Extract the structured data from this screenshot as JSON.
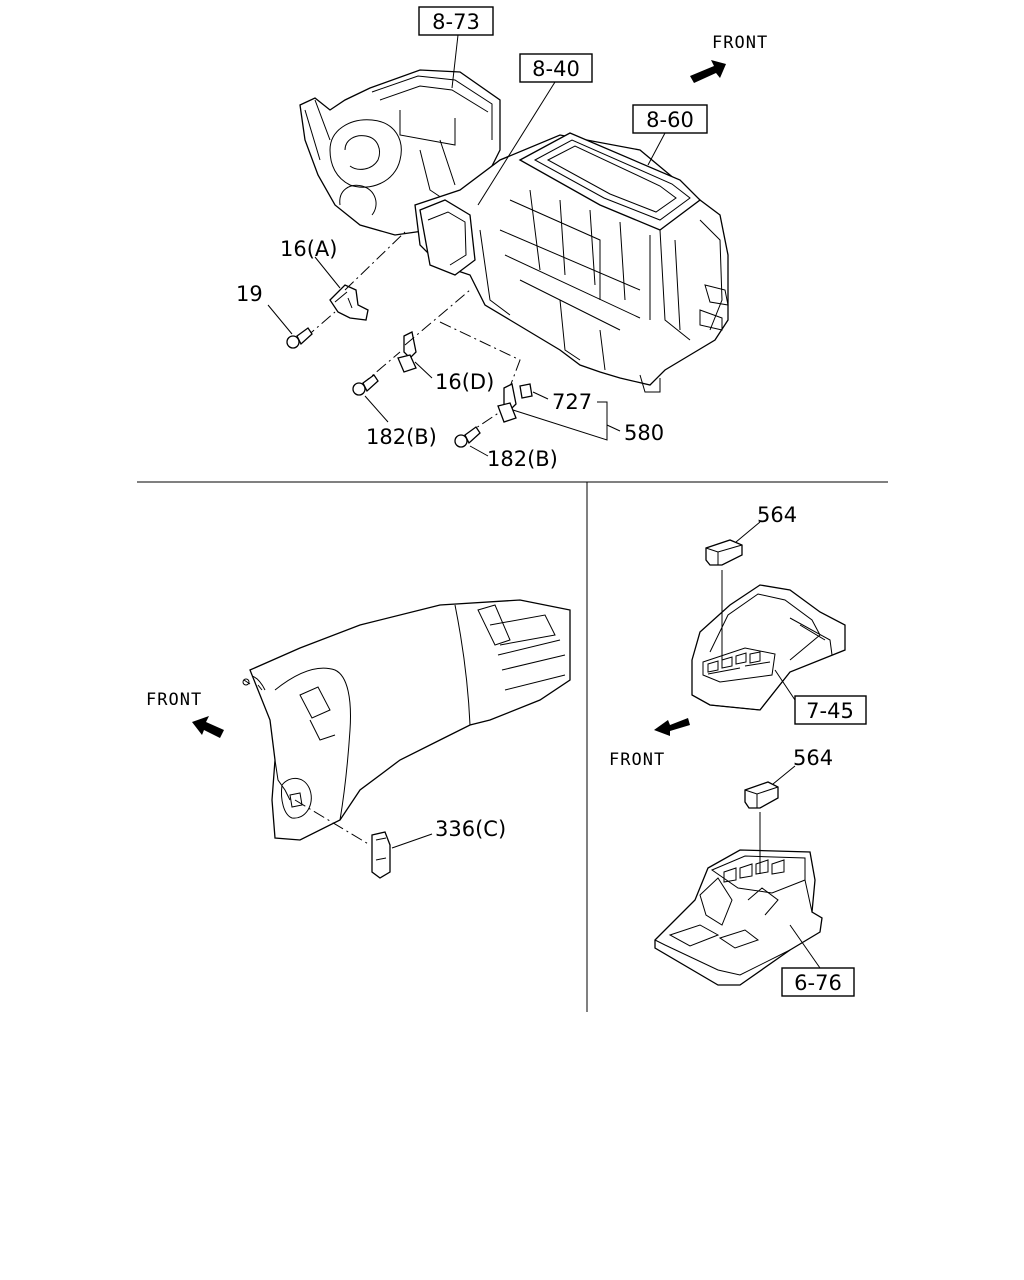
{
  "refs": {
    "r873": "8-73",
    "r840": "8-40",
    "r860": "8-60",
    "r745": "7-45",
    "r676": "6-76"
  },
  "parts": {
    "p16a": "16(A)",
    "p19": "19",
    "p16d": "16(D)",
    "p727": "727",
    "p580": "580",
    "p182b1": "182(B)",
    "p182b2": "182(B)",
    "p336c": "336(C)",
    "p564a": "564",
    "p564b": "564"
  },
  "front_labels": {
    "top": "FRONT",
    "left": "FRONT",
    "right": "FRONT"
  }
}
